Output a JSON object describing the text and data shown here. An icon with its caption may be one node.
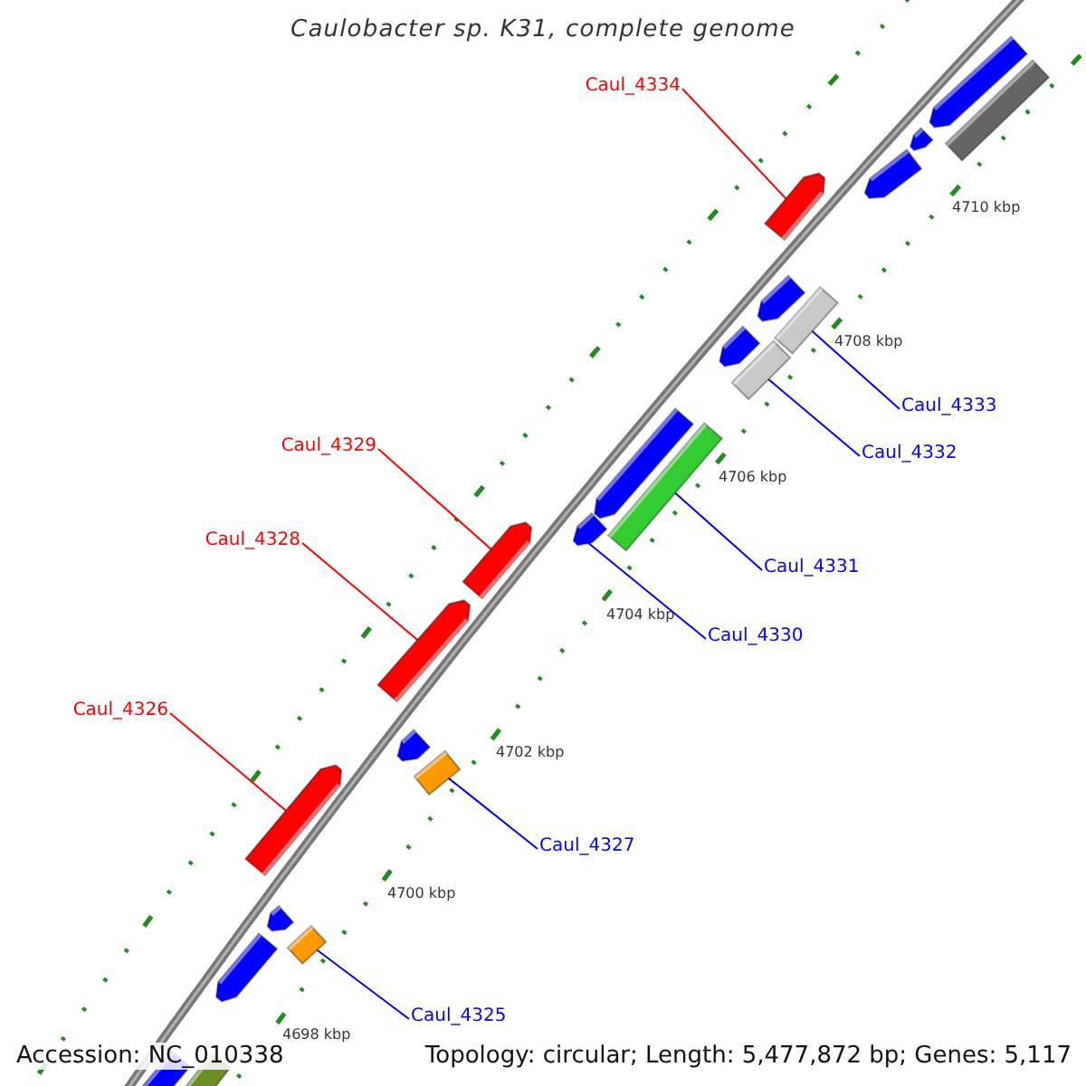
{
  "diagram": {
    "title": "Caulobacter sp. K31, complete genome",
    "nodes": [
      {
        "text": [
          "Caul_4334"
        ]
      },
      {
        "text": [],
        "shape": "pentagon"
      },
      {
        "text": [
          "Caul_4333"
        ]
      },
      {
        "text": [],
        "shape": "box"
      },
      {
        "text": [
          "Caul_4332"
        ]
      },
      {
        "text": [],
        "shape": "box"
      },
      {
        "text": [
          "Caul_4329"
        ]
      },
      {
        "text": [],
        "shape": "pentagon"
      },
      {
        "text": [
          "Caul_4331"
        ]
      },
      {
        "text": [],
        "shape": "box"
      },
      {
        "text": [
          "Caul_4328"
        ]
      },
      {
        "text": [],
        "shape": "pentagon"
      },
      {
        "text": [
          "Caul_4330"
        ]
      },
      {
        "text": [],
        "shape": "pentagon"
      },
      {
        "text": [
          "Caul_4326"
        ]
      },
      {
        "text": [],
        "shape": "pentagon"
      },
      {
        "text": [
          "Caul_4327"
        ]
      },
      {
        "text": [],
        "shape": "box"
      },
      {
        "text": [
          "Caul_4325"
        ]
      },
      {
        "text": [],
        "shape": "box"
      },
      {
        "text": [],
        "shape": "pentagon"
      },
      {
        "text": [],
        "shape": "pentagon"
      },
      {
        "text": [],
        "shape": "pentagon"
      },
      {
        "text": [],
        "shape": "pentagon"
      },
      {
        "text": [],
        "shape": "pentagon"
      },
      {
        "text": [],
        "shape": "pentagon"
      },
      {
        "text": [],
        "shape": "pentagon"
      },
      {
        "text": [],
        "shape": "pentagon"
      },
      {
        "text": [],
        "shape": "pentagon"
      },
      {
        "text": [],
        "shape": "box"
      },
      {
        "text": [],
        "shape": "box"
      },
      {
        "text": [],
        "shape": "box"
      }
    ],
    "edges": [
      {
        "from": 0,
        "to": 1,
        "arrow": "none",
        "color": "#ff0000"
      },
      {
        "from": 2,
        "to": 3,
        "arrow": "none"
      },
      {
        "from": 4,
        "to": 5,
        "arrow": "none"
      },
      {
        "from": 6,
        "to": 7,
        "arrow": "none",
        "color": "#ff0000"
      },
      {
        "from": 8,
        "to": 9,
        "arrow": "none"
      },
      {
        "from": 10,
        "to": 11,
        "arrow": "none",
        "color": "#ff0000"
      },
      {
        "from": 12,
        "to": 13,
        "arrow": "none"
      },
      {
        "from": 14,
        "to": 15,
        "arrow": "none",
        "color": "#ff0000"
      },
      {
        "from": 16,
        "to": 17,
        "arrow": "none"
      },
      {
        "from": 18,
        "to": 19,
        "arrow": "none"
      }
    ],
    "labels": [
      "4710 kbp",
      "4708 kbp",
      "4706 kbp",
      "4704 kbp",
      "4702 kbp",
      "4700 kbp",
      "4698 kbp",
      "Accession: NC_010338",
      "Topology: circular; Length: 5,477,872 bp; Genes: 5,117"
    ]
  }
}
